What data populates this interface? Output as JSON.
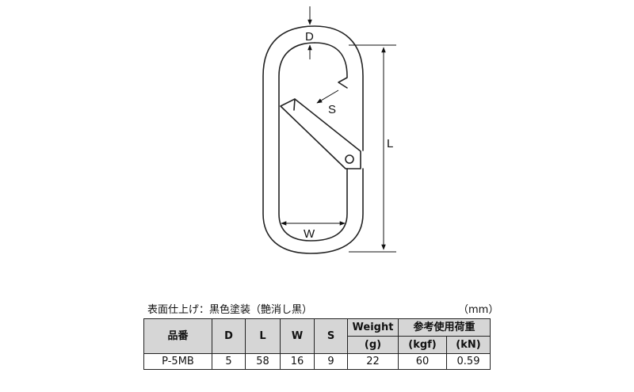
{
  "diagram": {
    "labels": {
      "d": "D",
      "s": "S",
      "l": "L",
      "w": "W"
    }
  },
  "notes": {
    "finish": "表面仕上げ：黒色塗装（艶消し黒）",
    "unit": "（mm）"
  },
  "table": {
    "headers": {
      "product": "品番",
      "d": "D",
      "l": "L",
      "w": "W",
      "s": "S",
      "weight": "Weight",
      "weight_unit": "(g)",
      "load": "参考使用荷重",
      "load_kgf": "(kgf)",
      "load_kn": "(kN)"
    },
    "row": {
      "product": "P-5MB",
      "d": "5",
      "l": "58",
      "w": "16",
      "s": "9",
      "weight": "22",
      "kgf": "60",
      "kn": "0.59"
    }
  }
}
